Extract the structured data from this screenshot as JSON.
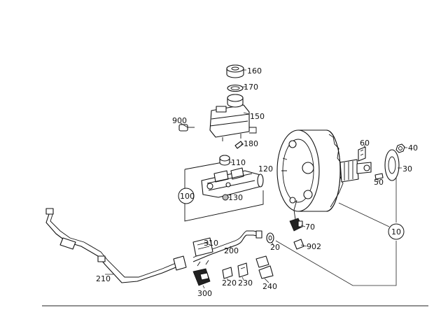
{
  "callouts": {
    "c160": "160",
    "c170": "170",
    "c150": "150",
    "c900": "900",
    "c180": "180",
    "c110": "110",
    "c120": "120",
    "c100": "100",
    "c130": "130",
    "c60": "60",
    "c40": "40",
    "c30": "30",
    "c50": "50",
    "c70": "70",
    "c10": "10",
    "c902": "902",
    "c20": "20",
    "c310": "310",
    "c200": "200",
    "c210": "210",
    "c220": "220",
    "c230": "230",
    "c240": "240",
    "c300": "300"
  }
}
